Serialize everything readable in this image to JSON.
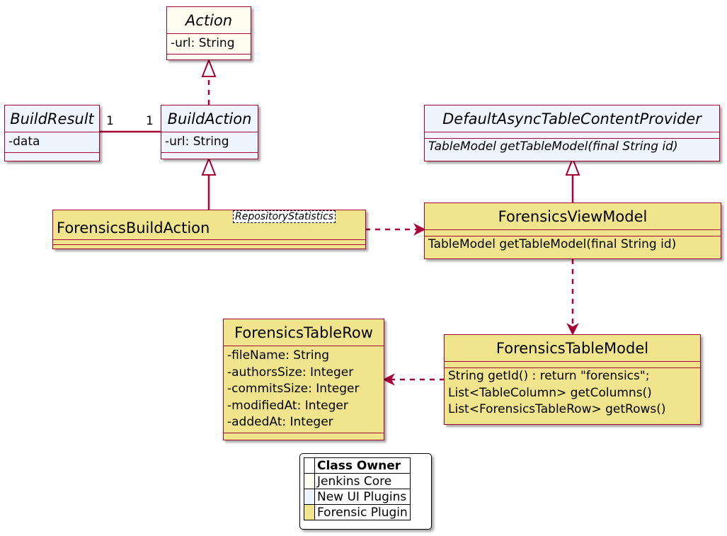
{
  "classes": {
    "action": {
      "name": "Action",
      "fields": [
        "-url: String"
      ]
    },
    "build_result": {
      "name": "BuildResult",
      "fields": [
        "-data"
      ]
    },
    "build_action": {
      "name": "BuildAction",
      "fields": [
        "-url: String"
      ]
    },
    "forensics_build_action": {
      "name": "ForensicsBuildAction",
      "generic": "RepositoryStatistics"
    },
    "default_async": {
      "name": "DefaultAsyncTableContentProvider",
      "methods": [
        "TableModel getTableModel(final String id)"
      ]
    },
    "forensics_view_model": {
      "name": "ForensicsViewModel",
      "methods": [
        "TableModel getTableModel(final String id)"
      ]
    },
    "forensics_table_row": {
      "name": "ForensicsTableRow",
      "fields": [
        "-fileName: String",
        "-authorsSize: Integer",
        "-commitsSize: Integer",
        "-modifiedAt: Integer",
        "-addedAt: Integer"
      ]
    },
    "forensics_table_model": {
      "name": "ForensicsTableModel",
      "methods": [
        "String getId() : return \"forensics\";",
        "List<TableColumn> getColumns()",
        "List<ForensicsTableRow> getRows()"
      ]
    }
  },
  "association": {
    "left_multiplicity": "1",
    "right_multiplicity": "1"
  },
  "legend": {
    "header": "Class Owner",
    "rows": [
      {
        "label": "Jenkins Core",
        "color": "#FEFEF0"
      },
      {
        "label": "New UI Plugins",
        "color": "#EFF5FE"
      },
      {
        "label": "Forensic Plugin",
        "color": "#F0E48C"
      }
    ]
  },
  "colors": {
    "border": "#A80036",
    "jenkins_core": "#FEFEF0",
    "new_ui": "#EFF5FE",
    "forensic": "#F0E48C"
  }
}
